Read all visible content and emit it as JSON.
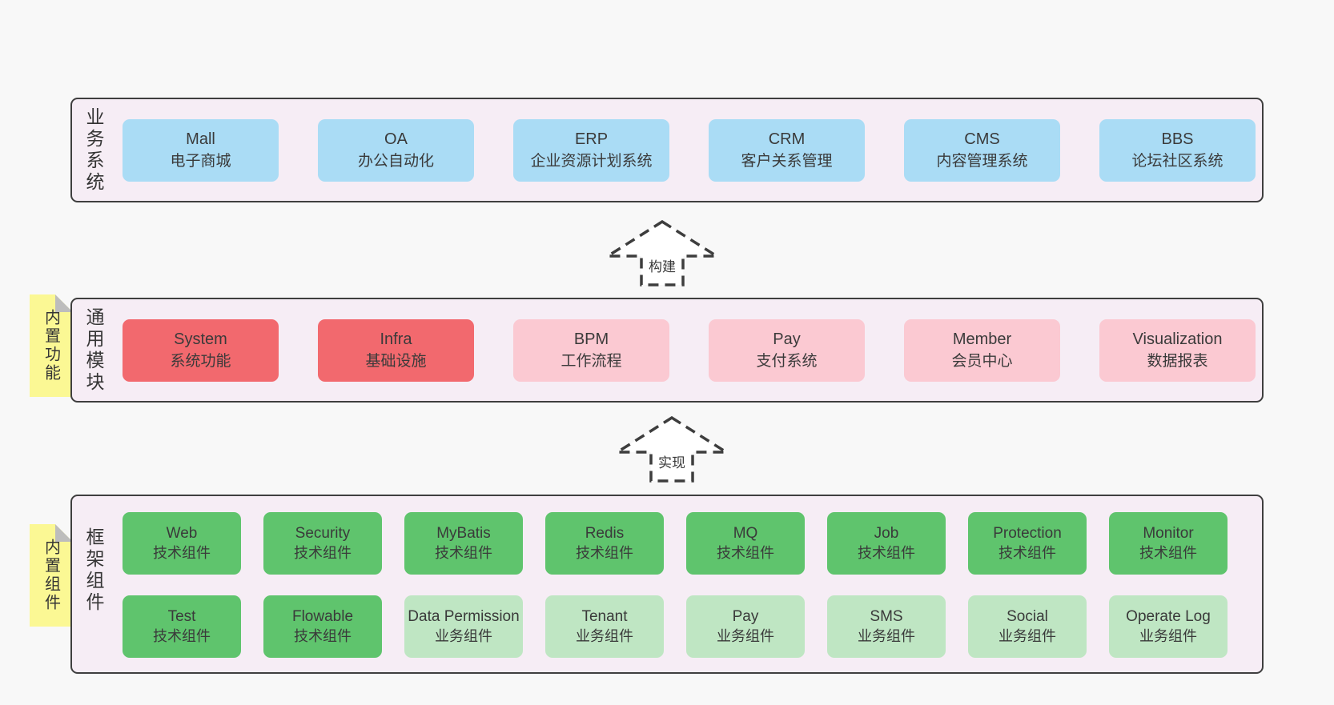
{
  "diagram": {
    "colors": {
      "page_bg": "#f8f8f8",
      "band_bg": "#f6edf5",
      "band_border": "#3f3f3f",
      "blue": "#aadcf5",
      "red": "#f2696e",
      "pink": "#fbc9d2",
      "green": "#5fc46d",
      "light_green": "#bfe6c3",
      "sticky_yellow": "#fbf894",
      "fold_gray": "#bdbdbd"
    }
  },
  "arrows": [
    {
      "label": "构建"
    },
    {
      "label": "实现"
    }
  ],
  "bands": [
    {
      "label": "业务系统",
      "items": [
        {
          "name": "Mall",
          "desc": "电子商城",
          "variant": "blue"
        },
        {
          "name": "OA",
          "desc": "办公自动化",
          "variant": "blue"
        },
        {
          "name": "ERP",
          "desc": "企业资源计划系统",
          "variant": "blue"
        },
        {
          "name": "CRM",
          "desc": "客户关系管理",
          "variant": "blue"
        },
        {
          "name": "CMS",
          "desc": "内容管理系统",
          "variant": "blue"
        },
        {
          "name": "BBS",
          "desc": "论坛社区系统",
          "variant": "blue"
        }
      ]
    },
    {
      "label": "通用模块",
      "sticky": "内置功能",
      "items": [
        {
          "name": "System",
          "desc": "系统功能",
          "variant": "red"
        },
        {
          "name": "Infra",
          "desc": "基础设施",
          "variant": "red"
        },
        {
          "name": "BPM",
          "desc": "工作流程",
          "variant": "pink"
        },
        {
          "name": "Pay",
          "desc": "支付系统",
          "variant": "pink"
        },
        {
          "name": "Member",
          "desc": "会员中心",
          "variant": "pink"
        },
        {
          "name": "Visualization",
          "desc": "数据报表",
          "variant": "pink"
        }
      ]
    },
    {
      "label": "框架组件",
      "sticky": "内置组件",
      "rows": [
        [
          {
            "name": "Web",
            "desc": "技术组件",
            "variant": "green"
          },
          {
            "name": "Security",
            "desc": "技术组件",
            "variant": "green"
          },
          {
            "name": "MyBatis",
            "desc": "技术组件",
            "variant": "green"
          },
          {
            "name": "Redis",
            "desc": "技术组件",
            "variant": "green"
          },
          {
            "name": "MQ",
            "desc": "技术组件",
            "variant": "green"
          },
          {
            "name": "Job",
            "desc": "技术组件",
            "variant": "green"
          },
          {
            "name": "Protection",
            "desc": "技术组件",
            "variant": "green"
          },
          {
            "name": "Monitor",
            "desc": "技术组件",
            "variant": "green"
          }
        ],
        [
          {
            "name": "Test",
            "desc": "技术组件",
            "variant": "green"
          },
          {
            "name": "Flowable",
            "desc": "技术组件",
            "variant": "green"
          },
          {
            "name": "Data Permission",
            "desc": "业务组件",
            "variant": "lightgreen"
          },
          {
            "name": "Tenant",
            "desc": "业务组件",
            "variant": "lightgreen"
          },
          {
            "name": "Pay",
            "desc": "业务组件",
            "variant": "lightgreen"
          },
          {
            "name": "SMS",
            "desc": "业务组件",
            "variant": "lightgreen"
          },
          {
            "name": "Social",
            "desc": "业务组件",
            "variant": "lightgreen"
          },
          {
            "name": "Operate Log",
            "desc": "业务组件",
            "variant": "lightgreen"
          }
        ]
      ]
    }
  ]
}
